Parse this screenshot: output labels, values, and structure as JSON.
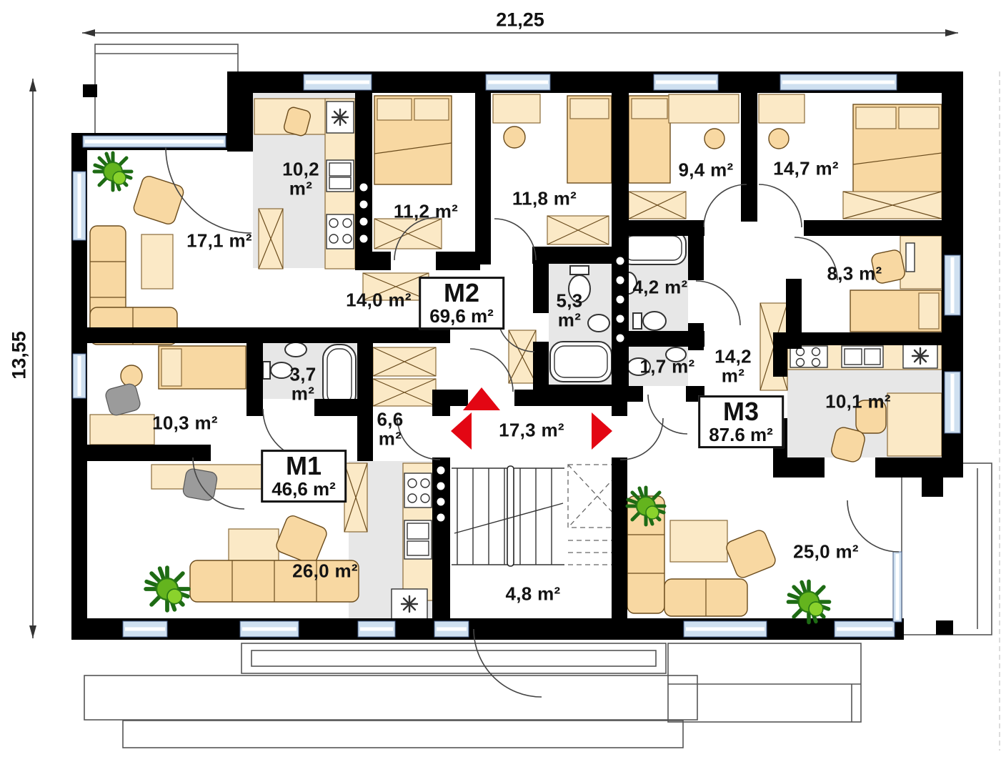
{
  "dimensions": {
    "top": "21,25",
    "left": "13,55"
  },
  "apartments": [
    {
      "label": "M1",
      "area": "46,6 m²"
    },
    {
      "label": "M2",
      "area": "69,6 m²"
    },
    {
      "label": "M3",
      "area": "87.6 m²"
    }
  ],
  "rooms": [
    {
      "name": "living-room-m2",
      "area": "17,1 m²"
    },
    {
      "name": "kitchen-m2",
      "area": "10,2 m²"
    },
    {
      "name": "bedroom-1-m2",
      "area": "11,2 m²"
    },
    {
      "name": "bedroom-2-m2",
      "area": "11,8 m²"
    },
    {
      "name": "bedroom-1-m3",
      "area": "9,4 m²"
    },
    {
      "name": "bedroom-2-m3",
      "area": "14,7 m²"
    },
    {
      "name": "hall-m2",
      "area": "14,0 m²"
    },
    {
      "name": "bathroom-m2",
      "area": "5,3 m²"
    },
    {
      "name": "bathroom-m3",
      "area": "4,2 m²"
    },
    {
      "name": "bedroom-3-m3",
      "area": "8,3 m²"
    },
    {
      "name": "bathroom-m1",
      "area": "3,7 m²"
    },
    {
      "name": "bedroom-m1",
      "area": "10,3 m²"
    },
    {
      "name": "hall-m1",
      "area": "6,6 m²"
    },
    {
      "name": "wc-m3",
      "area": "1,7 m²"
    },
    {
      "name": "hall-m3",
      "area": "14,2 m²"
    },
    {
      "name": "kitchen-m3",
      "area": "10,1 m²"
    },
    {
      "name": "entrance-hall",
      "area": "17,3 m²"
    },
    {
      "name": "living-room-m1",
      "area": "26,0 m²"
    },
    {
      "name": "vestibule",
      "area": "4,8 m²"
    },
    {
      "name": "living-room-m3",
      "area": "25,0 m²"
    }
  ],
  "colors": {
    "wall": "#000000",
    "wet_floor": "#e7e7e7",
    "furniture": "#f8d8a2",
    "furniture_light": "#fbe9c6",
    "window": "#cfe0f0",
    "entrance_arrow": "#e30613",
    "plant": "#5eb31c"
  }
}
